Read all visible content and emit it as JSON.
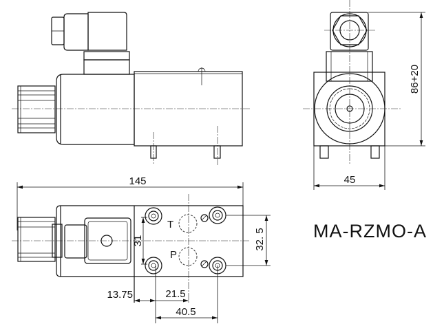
{
  "title": "MA-RZMO-A",
  "dimensions": {
    "overall_length": "145",
    "height": "86+20",
    "width": "45",
    "port_spacing_short": "31",
    "port_spacing_long": "32. 5",
    "offset_a": "13.75",
    "offset_b": "21.5",
    "offset_c": "40.5"
  },
  "ports": {
    "t": "T",
    "p": "P"
  }
}
